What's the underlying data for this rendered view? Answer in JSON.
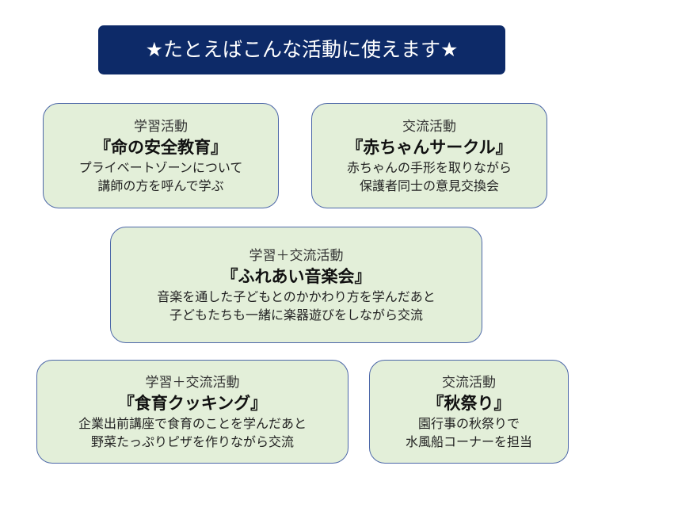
{
  "banner": {
    "text": "★たとえばこんな活動に使えます★"
  },
  "cards": [
    {
      "category": "学習活動",
      "title": "『命の安全教育』",
      "lines": [
        "プライベートゾーンについて",
        "講師の方を呼んで学ぶ"
      ]
    },
    {
      "category": "交流活動",
      "title": "『赤ちゃんサークル』",
      "lines": [
        "赤ちゃんの手形を取りながら",
        "保護者同士の意見交換会"
      ]
    },
    {
      "category": "学習＋交流活動",
      "title": "『ふれあい音楽会』",
      "lines": [
        "音楽を通した子どもとのかかわり方を学んだあと",
        "子どもたちも一緒に楽器遊びをしながら交流"
      ]
    },
    {
      "category": "学習＋交流活動",
      "title": "『食育クッキング』",
      "lines": [
        "企業出前講座で食育のことを学んだあと",
        "野菜たっぷりピザを作りながら交流"
      ]
    },
    {
      "category": "交流活動",
      "title": "『秋祭り』",
      "lines": [
        "園行事の秋祭りで",
        "水風船コーナーを担当"
      ]
    }
  ],
  "colors": {
    "banner_bg": "#0d2a68",
    "banner_text": "#ffffff",
    "card_bg": "#e3efd9",
    "card_border": "#4c67a8"
  }
}
